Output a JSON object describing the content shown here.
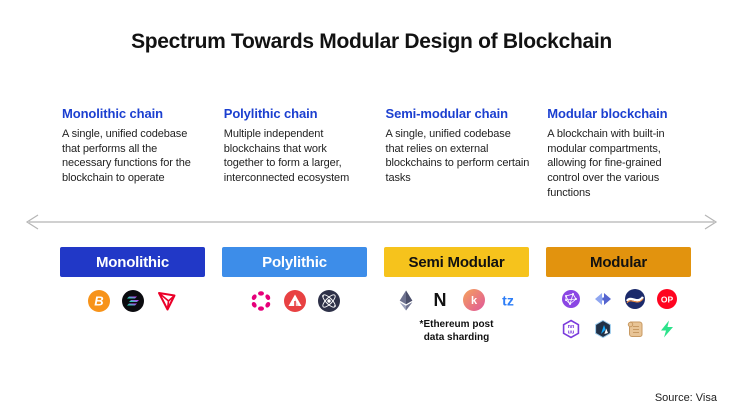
{
  "title": "Spectrum Towards Modular Design of Blockchain",
  "source": "Source: Visa",
  "colors": {
    "heading_blue": "#1b3fd0",
    "bar_monolithic": "#2138c7",
    "bar_polylithic": "#3d8de9",
    "bar_semi_modular": "#f6c31c",
    "bar_modular": "#e2930e",
    "axis_gray": "#b5b5b5"
  },
  "columns": [
    {
      "heading": "Monolithic chain",
      "description": "A single, unified codebase that performs all the necessary functions for the blockchain to operate",
      "bar_label": "Monolithic",
      "icons": [
        "bitcoin-icon",
        "solana-icon",
        "tron-icon"
      ]
    },
    {
      "heading": "Polylithic chain",
      "description": "Multiple independent blockchains that work together to form a larger, interconnected ecosystem",
      "bar_label": "Polylithic",
      "icons": [
        "polkadot-icon",
        "avalanche-icon",
        "cosmos-icon"
      ]
    },
    {
      "heading": "Semi-modular chain",
      "description": "A single, unified codebase that relies on external blockchains to perform certain tasks",
      "bar_label": "Semi Modular",
      "icons": [
        "ethereum-icon",
        "near-icon",
        "kava-gradient-coin-icon",
        "tezos-icon"
      ],
      "note_line1": "*Ethereum post",
      "note_line2": "data sharding"
    },
    {
      "heading": "Modular blockchain",
      "description": "A blockchain with built-in modular compartments, allowing for fine-grained control over the various functions",
      "bar_label": "Modular",
      "icons": [
        "celestia-network-icon",
        "bridge-arrows-icon",
        "navy-wave-coin-icon",
        "optimism-icon",
        "purple-hexagon-icon",
        "arbitrum-icon",
        "scroll-icon",
        "fuel-bolt-icon"
      ]
    }
  ]
}
